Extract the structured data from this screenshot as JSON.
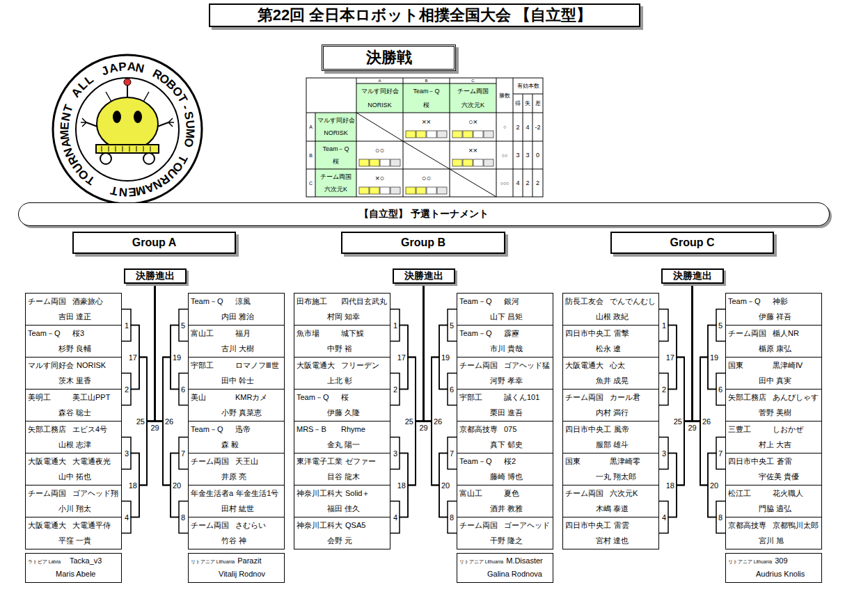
{
  "diagram": {
    "title": "第22回 全日本ロボット相撲全国大会 【自立型】",
    "nodes": [
      {
        "text": [
          "第22回 全日本ロボット相撲全国大会 【自立型】"
        ]
      },
      {
        "text": [
          "決勝戦"
        ]
      },
      {
        "text": [
          "【自立型】 予選トーナメント"
        ]
      },
      {
        "text": [
          "Group A"
        ]
      },
      {
        "text": [
          "Group B"
        ]
      },
      {
        "text": [
          "Group C"
        ]
      },
      {
        "text": [
          "決勝進出"
        ]
      },
      {
        "text": [
          "決勝進出"
        ]
      },
      {
        "text": [
          "決勝進出"
        ]
      },
      {
        "text": [
          "チーム両国",
          "酒豪旅心",
          "吉田 達正"
        ]
      },
      {
        "text": [
          "Team－Q",
          "桜3",
          "杉野 良輔"
        ]
      },
      {
        "text": [
          "マルす同好会",
          "NORISK",
          "茨木 里香"
        ]
      },
      {
        "text": [
          "美明工",
          "美工山PPT",
          "森谷 聡士"
        ]
      },
      {
        "text": [
          "矢部工務店",
          "エビス4号",
          "山根 志津"
        ]
      },
      {
        "text": [
          "大阪電通大",
          "大電通夜光",
          "山中 拓也"
        ]
      },
      {
        "text": [
          "チーム両国",
          "ゴアヘッド翔",
          "小川 翔太"
        ]
      },
      {
        "text": [
          "大阪電通大",
          "大電通平侍",
          "平窪 一貴"
        ]
      },
      {
        "text": [
          "Team－Q",
          "涼風",
          "内田 雅治"
        ]
      },
      {
        "text": [
          "富山工",
          "福月",
          "古川 大樹"
        ]
      },
      {
        "text": [
          "宇部工",
          "ロマノフⅢ世",
          "田中 幹士"
        ]
      },
      {
        "text": [
          "美山",
          "KMRカメ",
          "小野 真菜恵"
        ]
      },
      {
        "text": [
          "Team－Q",
          "迅帝",
          "森 毅"
        ]
      },
      {
        "text": [
          "チーム両国",
          "天王山",
          "井原 亮"
        ]
      },
      {
        "text": [
          "年金生活者a",
          "年金生活1号",
          "田村 紘世"
        ]
      },
      {
        "text": [
          "チーム両国",
          "さむらい",
          "竹谷 神"
        ]
      },
      {
        "text": [
          "ラトビア Latvia",
          "Tacka_v3",
          "Maris Abele"
        ]
      },
      {
        "text": [
          "リトアニア Lithuania",
          "Parazit",
          "Vitalij Rodnov"
        ]
      },
      {
        "text": [
          "田布施工",
          "四代目玄武丸",
          "村岡 知幸"
        ]
      },
      {
        "text": [
          "魚市場",
          "城下鰈",
          "中野 裕"
        ]
      },
      {
        "text": [
          "大阪電通大",
          "フリーデン",
          "上北 彰"
        ]
      },
      {
        "text": [
          "Team－Q",
          "桜",
          "伊藤 久隆"
        ]
      },
      {
        "text": [
          "MRS－B",
          "Rhyme",
          "金丸 陽一"
        ]
      },
      {
        "text": [
          "東洋電子工業",
          "ゼファー",
          "目谷 龍木"
        ]
      },
      {
        "text": [
          "神奈川工科大",
          "Solid＋",
          "福田 佳久"
        ]
      },
      {
        "text": [
          "神奈川工科大",
          "QSA5",
          "会野 元"
        ]
      },
      {
        "text": [
          "Team－Q",
          "銀河",
          "山下 昌矩"
        ]
      },
      {
        "text": [
          "Team－Q",
          "霹靂",
          "市川 貴哉"
        ]
      },
      {
        "text": [
          "チーム両国",
          "ゴアヘッド猛",
          "河野 孝幸"
        ]
      },
      {
        "text": [
          "宇部工",
          "誠くん101",
          "栗田 進吾"
        ]
      },
      {
        "text": [
          "京都高技専",
          "075",
          "真下 郁史"
        ]
      },
      {
        "text": [
          "Team－Q",
          "桜2",
          "藤崎 博也"
        ]
      },
      {
        "text": [
          "富山工",
          "夏色",
          "酒井 教雅"
        ]
      },
      {
        "text": [
          "チーム両国",
          "ゴーアヘッド",
          "干野 隆之"
        ]
      },
      {
        "text": [
          "リトアニア Lithuania",
          "M.Disaster",
          "Galina Rodnova"
        ]
      },
      {
        "text": [
          "防長工友会",
          "でんでんむし",
          "山根 政紀"
        ]
      },
      {
        "text": [
          "四日市中央工",
          "雷撃",
          "松永 遼"
        ]
      },
      {
        "text": [
          "大阪電通大",
          "心太",
          "魚井 成晃"
        ]
      },
      {
        "text": [
          "チーム両国",
          "カール君",
          "内村 満行"
        ]
      },
      {
        "text": [
          "四日市中央工",
          "風帝",
          "服部 雄斗"
        ]
      },
      {
        "text": [
          "国東",
          "黒津崎零",
          "一丸 翔太郎"
        ]
      },
      {
        "text": [
          "チーム両国",
          "六次元K",
          "木嶋 泰道"
        ]
      },
      {
        "text": [
          "四日市中央工",
          "雷雲",
          "宮村 達也"
        ]
      },
      {
        "text": [
          "Team－Q",
          "神影",
          "伊藤 祥吾"
        ]
      },
      {
        "text": [
          "チーム両国",
          "楯人NR",
          "楯原 康弘"
        ]
      },
      {
        "text": [
          "国東",
          "黒津崎Ⅳ",
          "田中 真実"
        ]
      },
      {
        "text": [
          "矢部工務店",
          "あんびしゃす",
          "菅野 美樹"
        ]
      },
      {
        "text": [
          "三豊工",
          "しおかぜ",
          "村上 大吉"
        ]
      },
      {
        "text": [
          "四日市中央工",
          "蒼雷",
          "宇佐美 貴優"
        ]
      },
      {
        "text": [
          "松江工",
          "花火職人",
          "門脇 適弘"
        ]
      },
      {
        "text": [
          "京都高技専",
          "京都鴨川太郎",
          "宮川 旭"
        ]
      },
      {
        "text": [
          "リトアニア Lithuania",
          "309",
          "Audrius Knolis"
        ]
      }
    ],
    "edges": [
      {
        "from": 9,
        "to": 6,
        "arrow": "none"
      },
      {
        "from": 10,
        "to": 6,
        "arrow": "none"
      },
      {
        "from": 11,
        "to": 6,
        "arrow": "none"
      },
      {
        "from": 12,
        "to": 6,
        "arrow": "none"
      },
      {
        "from": 13,
        "to": 6,
        "arrow": "none"
      },
      {
        "from": 14,
        "to": 6,
        "arrow": "none"
      },
      {
        "from": 15,
        "to": 6,
        "arrow": "none"
      },
      {
        "from": 16,
        "to": 6,
        "arrow": "none"
      },
      {
        "from": 17,
        "to": 6,
        "arrow": "none"
      },
      {
        "from": 18,
        "to": 6,
        "arrow": "none"
      },
      {
        "from": 19,
        "to": 6,
        "arrow": "none"
      },
      {
        "from": 20,
        "to": 6,
        "arrow": "none"
      },
      {
        "from": 21,
        "to": 6,
        "arrow": "none"
      },
      {
        "from": 22,
        "to": 6,
        "arrow": "none"
      },
      {
        "from": 23,
        "to": 6,
        "arrow": "none"
      },
      {
        "from": 24,
        "to": 6,
        "arrow": "none"
      },
      {
        "from": 27,
        "to": 7,
        "arrow": "none"
      },
      {
        "from": 28,
        "to": 7,
        "arrow": "none"
      },
      {
        "from": 29,
        "to": 7,
        "arrow": "none"
      },
      {
        "from": 30,
        "to": 7,
        "arrow": "none"
      },
      {
        "from": 31,
        "to": 7,
        "arrow": "none"
      },
      {
        "from": 32,
        "to": 7,
        "arrow": "none"
      },
      {
        "from": 33,
        "to": 7,
        "arrow": "none"
      },
      {
        "from": 34,
        "to": 7,
        "arrow": "none"
      },
      {
        "from": 35,
        "to": 7,
        "arrow": "none"
      },
      {
        "from": 36,
        "to": 7,
        "arrow": "none"
      },
      {
        "from": 37,
        "to": 7,
        "arrow": "none"
      },
      {
        "from": 38,
        "to": 7,
        "arrow": "none"
      },
      {
        "from": 39,
        "to": 7,
        "arrow": "none"
      },
      {
        "from": 40,
        "to": 7,
        "arrow": "none"
      },
      {
        "from": 41,
        "to": 7,
        "arrow": "none"
      },
      {
        "from": 42,
        "to": 7,
        "arrow": "none"
      },
      {
        "from": 44,
        "to": 8,
        "arrow": "none"
      },
      {
        "from": 45,
        "to": 8,
        "arrow": "none"
      },
      {
        "from": 46,
        "to": 8,
        "arrow": "none"
      },
      {
        "from": 47,
        "to": 8,
        "arrow": "none"
      },
      {
        "from": 48,
        "to": 8,
        "arrow": "none"
      },
      {
        "from": 49,
        "to": 8,
        "arrow": "none"
      },
      {
        "from": 50,
        "to": 8,
        "arrow": "none"
      },
      {
        "from": 51,
        "to": 8,
        "arrow": "none"
      },
      {
        "from": 52,
        "to": 8,
        "arrow": "none"
      },
      {
        "from": 53,
        "to": 8,
        "arrow": "none"
      },
      {
        "from": 54,
        "to": 8,
        "arrow": "none"
      },
      {
        "from": 55,
        "to": 8,
        "arrow": "none"
      },
      {
        "from": 56,
        "to": 8,
        "arrow": "none"
      },
      {
        "from": 57,
        "to": 8,
        "arrow": "none"
      },
      {
        "from": 58,
        "to": 8,
        "arrow": "none"
      },
      {
        "from": 59,
        "to": 8,
        "arrow": "none"
      }
    ],
    "labels": [
      "A",
      "B",
      "C",
      "マルす同好会",
      "NORISK",
      "Team－Q",
      "桜",
      "チーム両国",
      "六次元K",
      "勝数",
      "有効本数",
      "得",
      "失",
      "差",
      "A",
      "マルす同好会",
      "NORISK",
      "××",
      "○×",
      "○",
      "2",
      "4",
      "-2",
      "B",
      "Team－Q",
      "桜",
      "○○",
      "××",
      "○○",
      "3",
      "3",
      "0",
      "C",
      "チーム両国",
      "六次元K",
      "×○",
      "○○",
      "○○○",
      "4",
      "2",
      "2",
      "TOURNAMENT ALL JAPAN ROBOT-SUMO TOURNAMENT",
      "1",
      "2",
      "3",
      "4",
      "5",
      "6",
      "7",
      "8",
      "17",
      "18",
      "19",
      "20",
      "25",
      "26",
      "29",
      "1",
      "2",
      "3",
      "4",
      "5",
      "6",
      "7",
      "8",
      "17",
      "18",
      "19",
      "20",
      "25",
      "26",
      "29",
      "1",
      "2",
      "3",
      "4",
      "5",
      "6",
      "7",
      "8",
      "17",
      "18",
      "19",
      "20",
      "25",
      "26",
      "29"
    ]
  }
}
